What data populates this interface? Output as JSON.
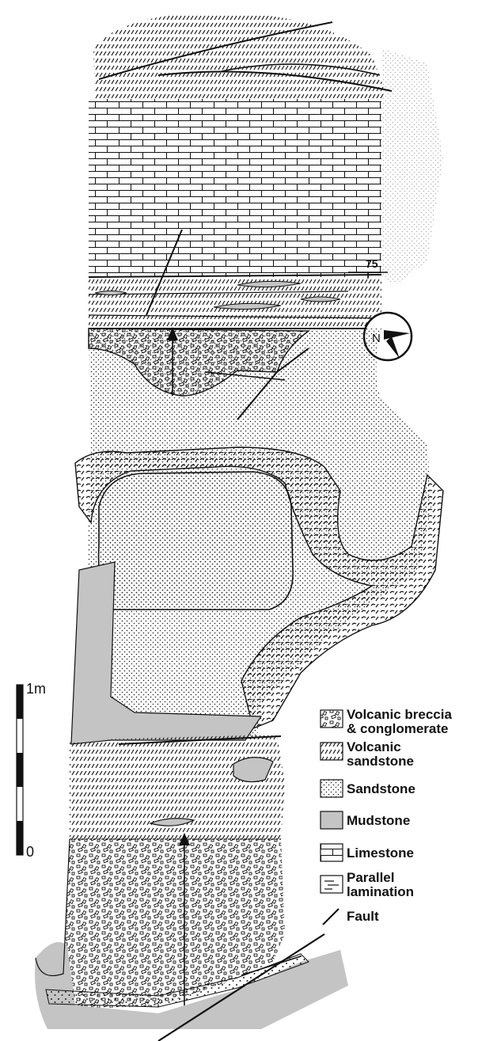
{
  "figure": {
    "dip_value": "75",
    "north_label": "N",
    "scale": {
      "top_label": "1m",
      "bottom_label": "0"
    },
    "legend": [
      {
        "id": "volcanic-breccia",
        "lines": [
          "Volcanic breccia",
          "& conglomerate"
        ],
        "pattern": "breccia"
      },
      {
        "id": "volcanic-sandstone",
        "lines": [
          "Volcanic",
          "sandstone"
        ],
        "pattern": "volcanic-sandstone"
      },
      {
        "id": "sandstone",
        "lines": [
          "Sandstone"
        ],
        "pattern": "sandstone"
      },
      {
        "id": "mudstone",
        "lines": [
          "Mudstone"
        ],
        "pattern": "mudstone"
      },
      {
        "id": "limestone",
        "lines": [
          "Limestone"
        ],
        "pattern": "limestone"
      },
      {
        "id": "parallel-lamination",
        "lines": [
          "Parallel",
          "lamination"
        ],
        "pattern": "lamination"
      },
      {
        "id": "fault",
        "lines": [
          "Fault"
        ],
        "pattern": "fault"
      }
    ],
    "colors": {
      "mudstone": "#c4c4c4",
      "ink": "#111111",
      "paper": "#ffffff"
    }
  }
}
